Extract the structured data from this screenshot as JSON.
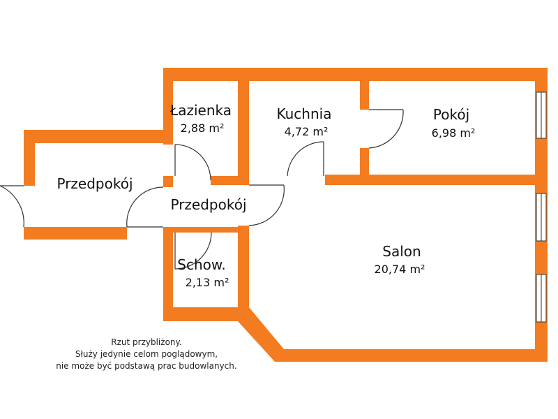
{
  "rooms": {
    "lazienka": {
      "name": "Łazienka",
      "area": "2,88 m²"
    },
    "kuchnia": {
      "name": "Kuchnia",
      "area": "4,72 m²"
    },
    "pokoj": {
      "name": "Pokój",
      "area": "6,98 m²"
    },
    "przedpokoj_left": {
      "name": "Przedpokój"
    },
    "przedpokoj_center": {
      "name": "Przedpokój"
    },
    "schowek": {
      "name": "Schow.",
      "area": "2,13 m²"
    },
    "salon": {
      "name": "Salon",
      "area": "20,74 m²"
    }
  },
  "note": {
    "line1": "Rzut przybliżony.",
    "line2": "Służy jedynie celom poglądowym,",
    "line3": "nie może być podstawą prac budowlanych."
  },
  "colors": {
    "wall": "#f47c20",
    "text": "#111111",
    "background": "#ffffff"
  }
}
